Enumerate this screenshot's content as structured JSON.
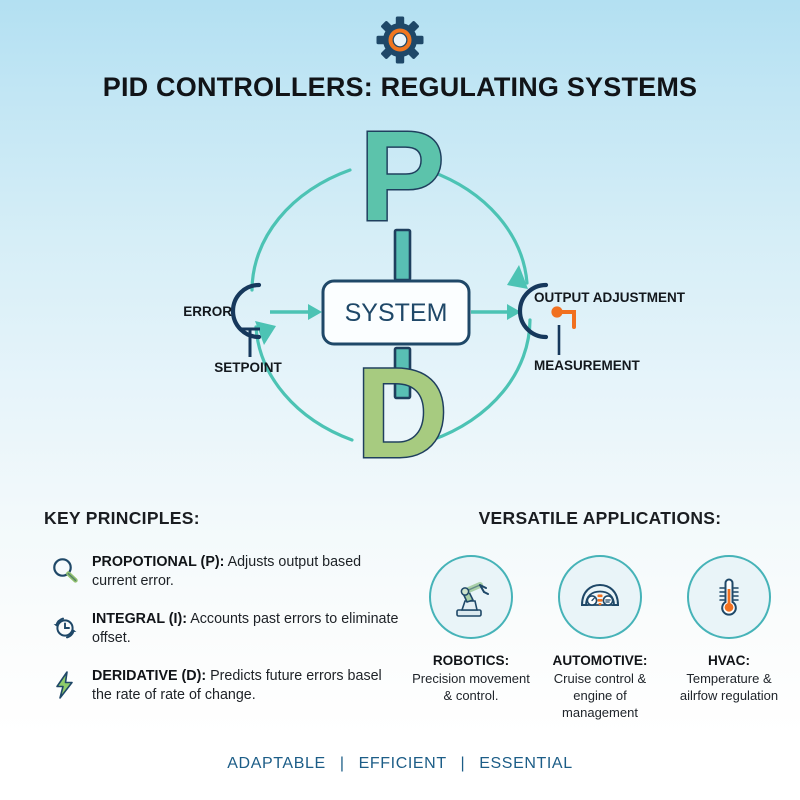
{
  "header": {
    "icon": "gear-icon",
    "title": "PID CONTROLLERS: REGULATING SYSTEMS"
  },
  "diagram": {
    "letters": {
      "p": "P",
      "i": "I",
      "d": "D"
    },
    "system_box_label": "SYSTEM",
    "labels": {
      "error": "ERROR",
      "setpoint": "SETPOINT",
      "output_adjustment": "OUTPUT ADJUSTMENT",
      "measurement": "MEASUREMENT"
    },
    "colors": {
      "p_fill": "#5cc3ab",
      "i_fill": "#59bfb4",
      "d_fill": "#a7cb80",
      "outline": "#1f3f5e",
      "arrow": "#4cc3b4",
      "node": "#16385c",
      "accent_orange": "#f1701f",
      "box_fill": "#fbfeff"
    }
  },
  "principles": {
    "section_title": "KEY PRINCIPLES:",
    "items": [
      {
        "icon": "magnifier-icon",
        "term": "PROPOTIONAL (P):",
        "desc": " Adjusts output based current error."
      },
      {
        "icon": "clock-arrows-icon",
        "term": "INTEGRAL (I):",
        "desc": " Accounts past errors to eliminate offset."
      },
      {
        "icon": "lightning-bolt-icon",
        "term": "DERIDATIVE (D):",
        "desc": " Predicts future errors basel the rate of rate of change."
      }
    ]
  },
  "applications": {
    "section_title": "VERSATILE APPLICATIONS:",
    "items": [
      {
        "icon": "robot-arm-icon",
        "name": "ROBOTICS:",
        "desc": "Precision movement & control."
      },
      {
        "icon": "car-dashboard-icon",
        "name": "AUTOMOTIVE:",
        "desc": "Cruise control & engine of management"
      },
      {
        "icon": "thermometer-icon",
        "name": "HVAC:",
        "desc": "Temperature & ailrfow regulation"
      }
    ]
  },
  "footer": {
    "items": [
      "ADAPTABLE",
      "EFFICIENT",
      "ESSENTIAL"
    ],
    "separator": "|",
    "color": "#1c5d87"
  }
}
